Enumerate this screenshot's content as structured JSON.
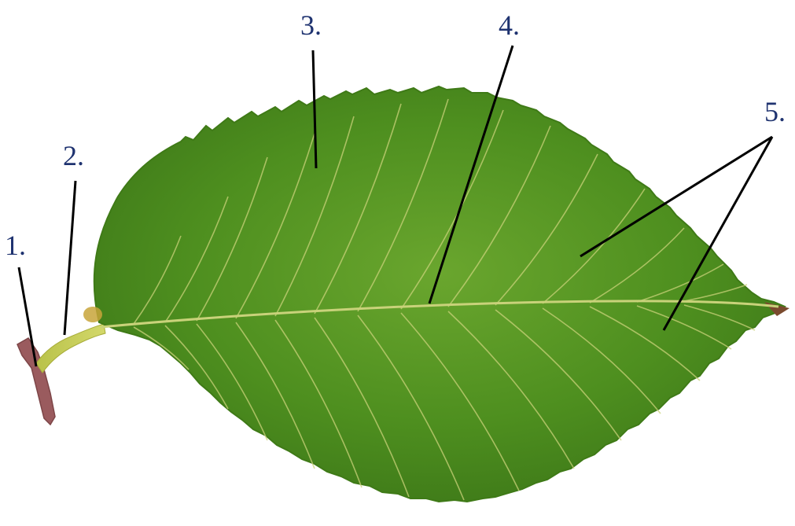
{
  "colors": {
    "label_text": "#1f3370",
    "leader_line": "#000000",
    "leaf_green": "#4e8f1f",
    "leaf_edge": "#3f7a17",
    "vein": "#c9d27a",
    "petiole": "#cbd25a",
    "twig": "#9a5b5e",
    "background": "#ffffff"
  },
  "labels": [
    {
      "id": "1",
      "text": "1."
    },
    {
      "id": "2",
      "text": "2."
    },
    {
      "id": "3",
      "text": "3."
    },
    {
      "id": "4",
      "text": "4."
    },
    {
      "id": "5",
      "text": "5."
    }
  ]
}
